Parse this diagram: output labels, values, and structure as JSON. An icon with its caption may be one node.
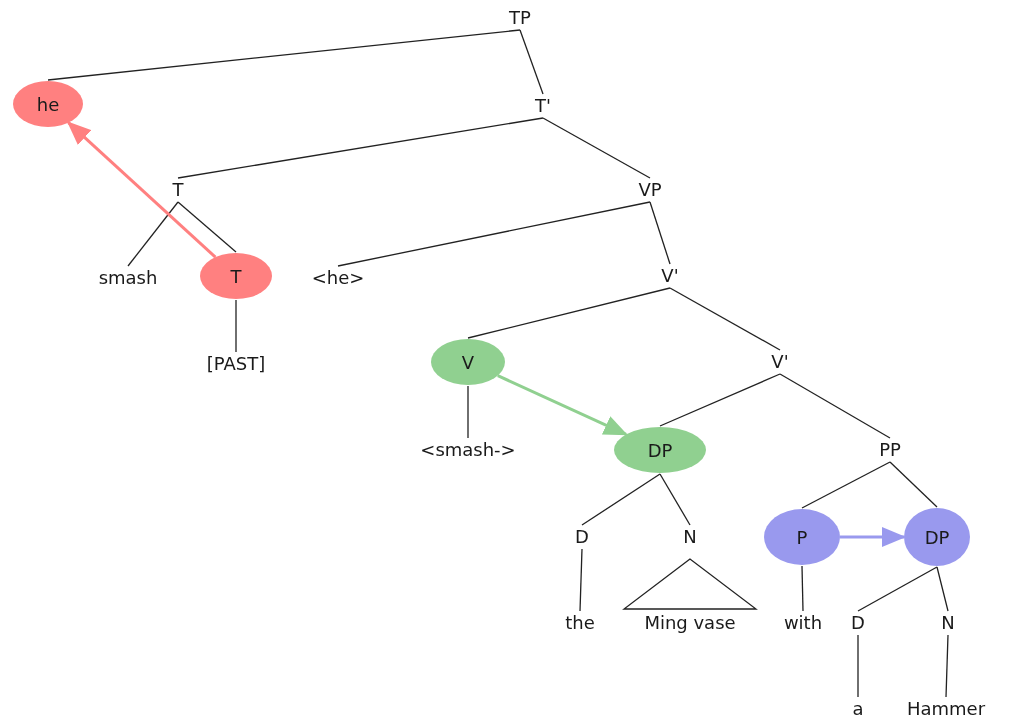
{
  "diagram": {
    "nodes": [
      {
        "text": [
          "TP"
        ]
      },
      {
        "text": [
          "he"
        ]
      },
      {
        "text": [
          "T'"
        ]
      },
      {
        "text": [
          "T"
        ]
      },
      {
        "text": [
          "VP"
        ]
      },
      {
        "text": [
          "smash"
        ]
      },
      {
        "text": [
          "T"
        ]
      },
      {
        "text": [
          "<he>"
        ]
      },
      {
        "text": [
          "V'"
        ]
      },
      {
        "text": [
          "[PAST]"
        ]
      },
      {
        "text": [
          "V"
        ]
      },
      {
        "text": [
          "V'"
        ]
      },
      {
        "text": [
          "<smash->"
        ]
      },
      {
        "text": [
          "DP"
        ]
      },
      {
        "text": [
          "PP"
        ]
      },
      {
        "text": [
          "D"
        ]
      },
      {
        "text": [
          "N"
        ]
      },
      {
        "text": [
          "P"
        ]
      },
      {
        "text": [
          "DP"
        ]
      },
      {
        "text": [
          "the"
        ]
      },
      {
        "text": [
          "Ming vase"
        ]
      },
      {
        "text": [
          "with"
        ]
      },
      {
        "text": [
          "D"
        ]
      },
      {
        "text": [
          "N"
        ]
      },
      {
        "text": [
          "a"
        ]
      },
      {
        "text": [
          "Hammer"
        ]
      }
    ],
    "edges": [
      {
        "from": 0,
        "to": 1,
        "arrow": "none"
      },
      {
        "from": 0,
        "to": 2,
        "arrow": "none"
      },
      {
        "from": 2,
        "to": 3,
        "arrow": "none"
      },
      {
        "from": 2,
        "to": 4,
        "arrow": "none"
      },
      {
        "from": 3,
        "to": 5,
        "arrow": "none"
      },
      {
        "from": 3,
        "to": 6,
        "arrow": "none"
      },
      {
        "from": 4,
        "to": 7,
        "arrow": "none"
      },
      {
        "from": 4,
        "to": 8,
        "arrow": "none"
      },
      {
        "from": 6,
        "to": 9,
        "arrow": "none"
      },
      {
        "from": 8,
        "to": 10,
        "arrow": "none"
      },
      {
        "from": 8,
        "to": 11,
        "arrow": "none"
      },
      {
        "from": 10,
        "to": 12,
        "arrow": "none"
      },
      {
        "from": 11,
        "to": 13,
        "arrow": "none"
      },
      {
        "from": 11,
        "to": 14,
        "arrow": "none"
      },
      {
        "from": 13,
        "to": 15,
        "arrow": "none"
      },
      {
        "from": 13,
        "to": 16,
        "arrow": "none"
      },
      {
        "from": 14,
        "to": 17,
        "arrow": "none"
      },
      {
        "from": 14,
        "to": 18,
        "arrow": "none"
      },
      {
        "from": 15,
        "to": 19,
        "arrow": "none"
      },
      {
        "from": 16,
        "to": 20,
        "arrow": "none"
      },
      {
        "from": 17,
        "to": 21,
        "arrow": "none"
      },
      {
        "from": 18,
        "to": 22,
        "arrow": "none"
      },
      {
        "from": 18,
        "to": 23,
        "arrow": "none"
      },
      {
        "from": 22,
        "to": 24,
        "arrow": "none"
      },
      {
        "from": 23,
        "to": 25,
        "arrow": "none"
      },
      {
        "from": 6,
        "to": 1,
        "arrow": "to",
        "style": "thick",
        "color": "#ff8080"
      },
      {
        "from": 10,
        "to": 13,
        "arrow": "to",
        "style": "thick",
        "color": "#90d090"
      },
      {
        "from": 17,
        "to": 18,
        "arrow": "to",
        "style": "thick",
        "color": "#9999ee"
      }
    ]
  }
}
